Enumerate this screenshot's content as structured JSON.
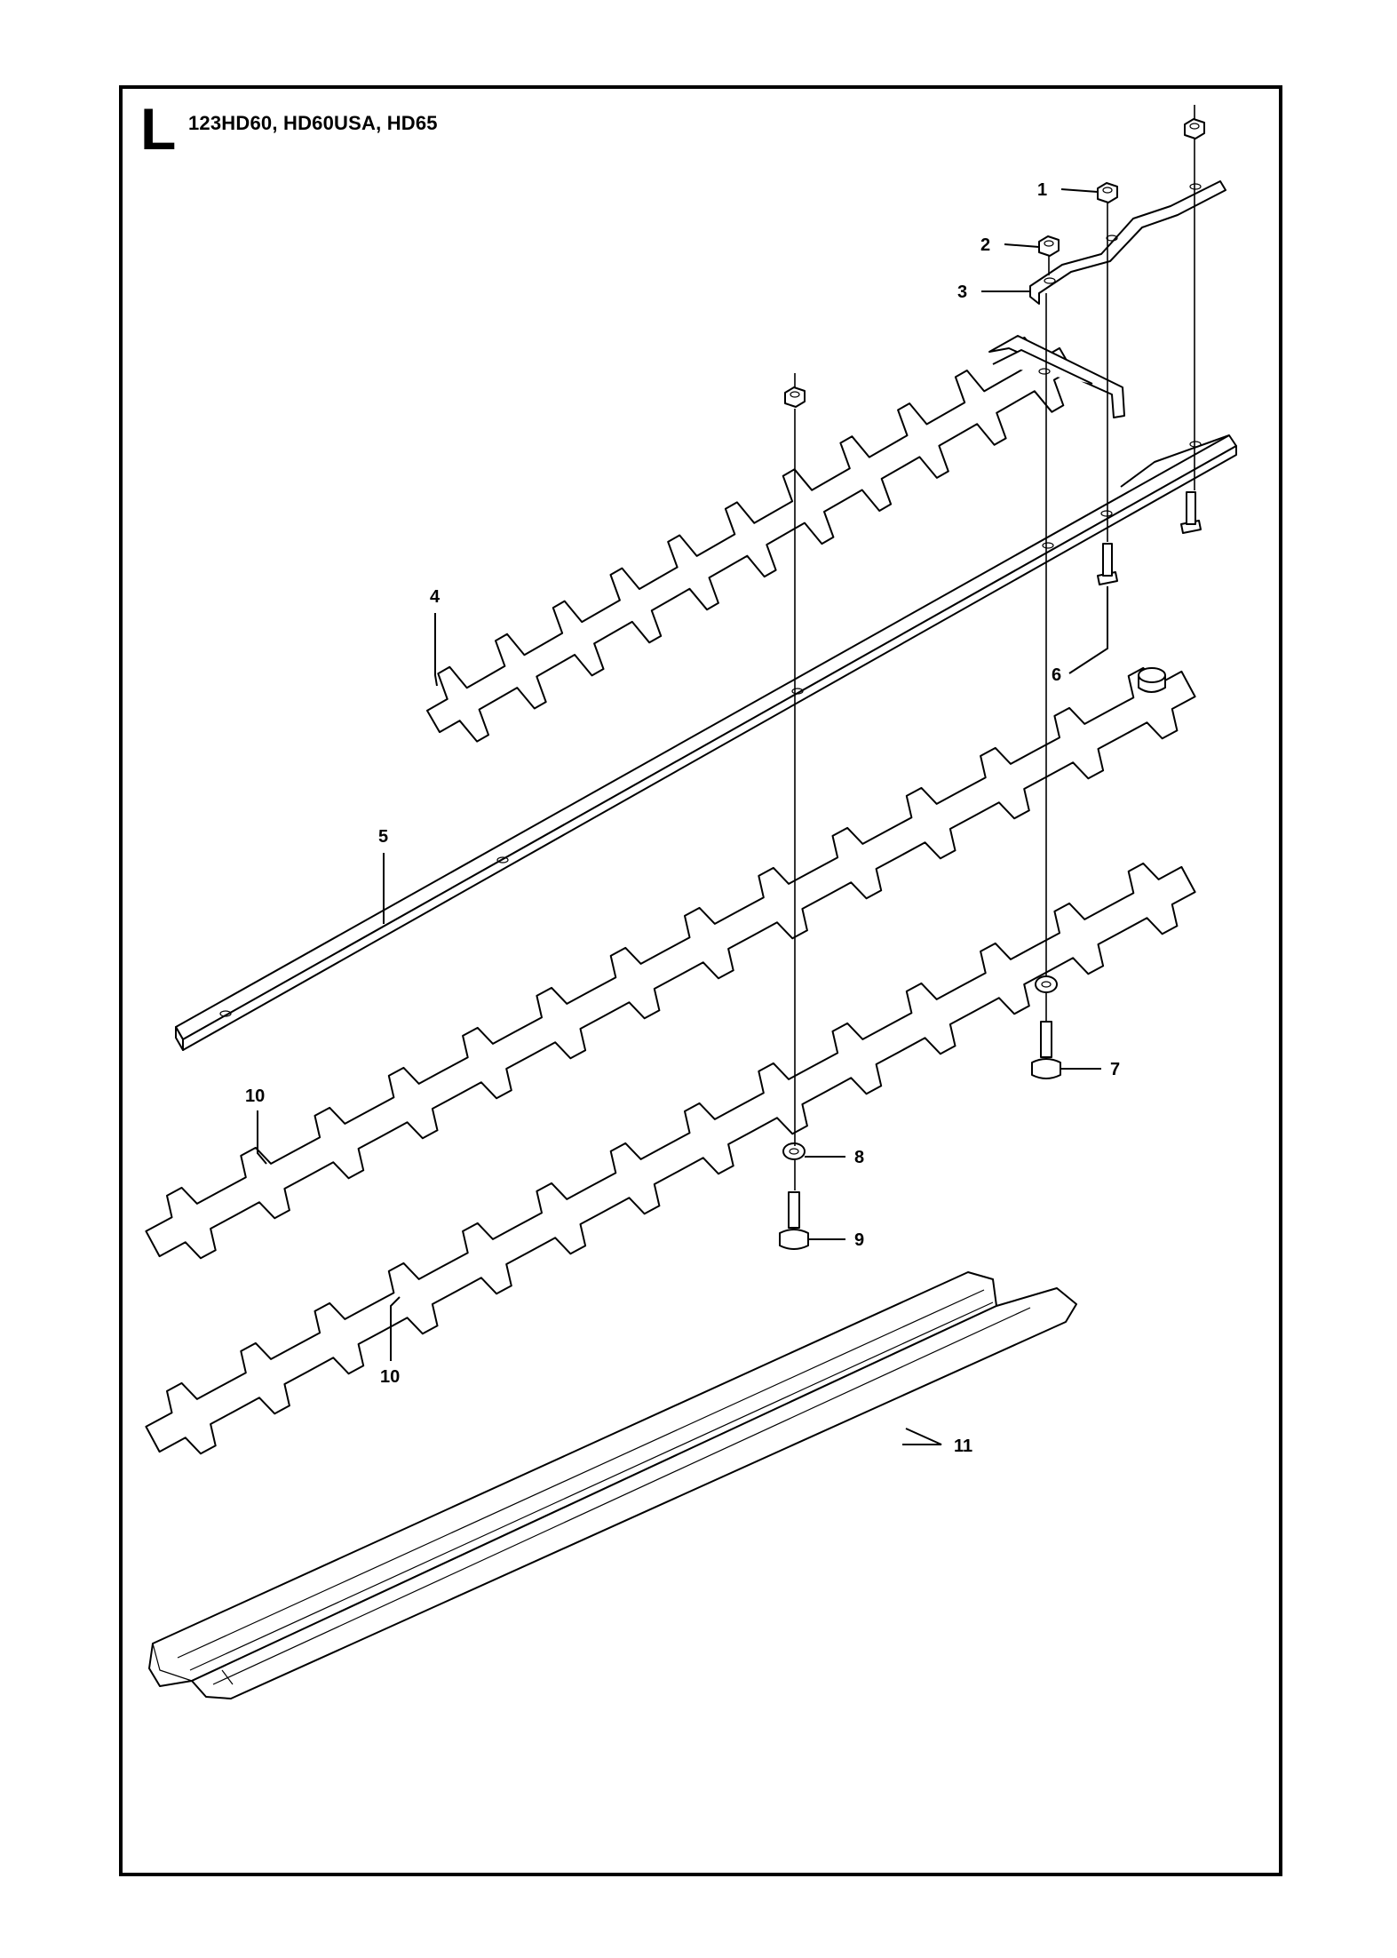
{
  "header": {
    "section_letter": "L",
    "models": "123HD60, HD60USA, HD65"
  },
  "callouts": [
    {
      "id": "1",
      "label": "1"
    },
    {
      "id": "2",
      "label": "2"
    },
    {
      "id": "3",
      "label": "3"
    },
    {
      "id": "4",
      "label": "4"
    },
    {
      "id": "5",
      "label": "5"
    },
    {
      "id": "6",
      "label": "6"
    },
    {
      "id": "7",
      "label": "7"
    },
    {
      "id": "8",
      "label": "8"
    },
    {
      "id": "9",
      "label": "9"
    },
    {
      "id": "10a",
      "label": "10"
    },
    {
      "id": "10b",
      "label": "10"
    },
    {
      "id": "11",
      "label": "11"
    }
  ],
  "colors": {
    "ink": "#000000",
    "paper": "#ffffff"
  }
}
